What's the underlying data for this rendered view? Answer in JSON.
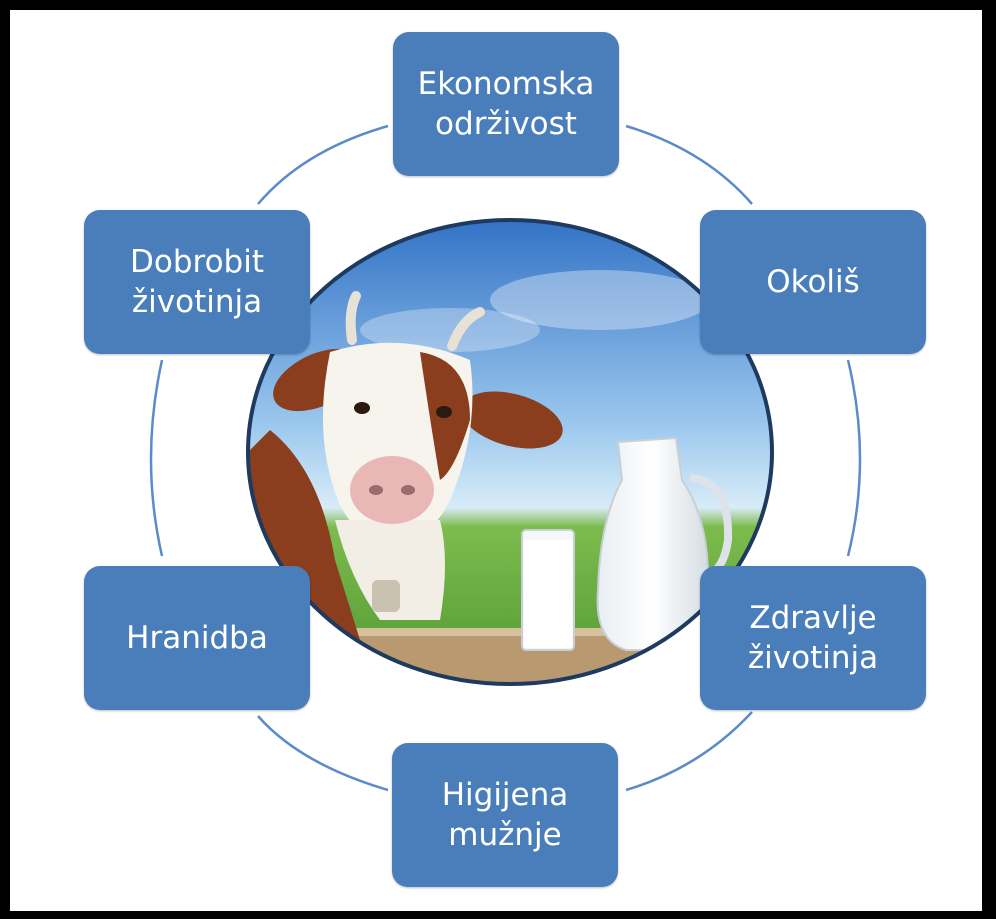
{
  "diagram": {
    "colors": {
      "box_fill": "#4A7EBB",
      "box_text": "#FFFFFF",
      "ring_line": "#5B8BC9",
      "sky_top": "#2E6FC4",
      "sky_mid": "#9CC8EE",
      "grass": "#5DA53A",
      "oval_border": "#1F3A5F"
    },
    "nodes": [
      {
        "label": "Ekonomska\nodrživost"
      },
      {
        "label": "Okoliš"
      },
      {
        "label": "Zdravlje\nživotinja"
      },
      {
        "label": "Higijena\nmužnje"
      },
      {
        "label": "Hranidba"
      },
      {
        "label": "Dobrobit\nživotinja"
      }
    ],
    "center_image": "cow-with-milk-glass-and-jug"
  }
}
